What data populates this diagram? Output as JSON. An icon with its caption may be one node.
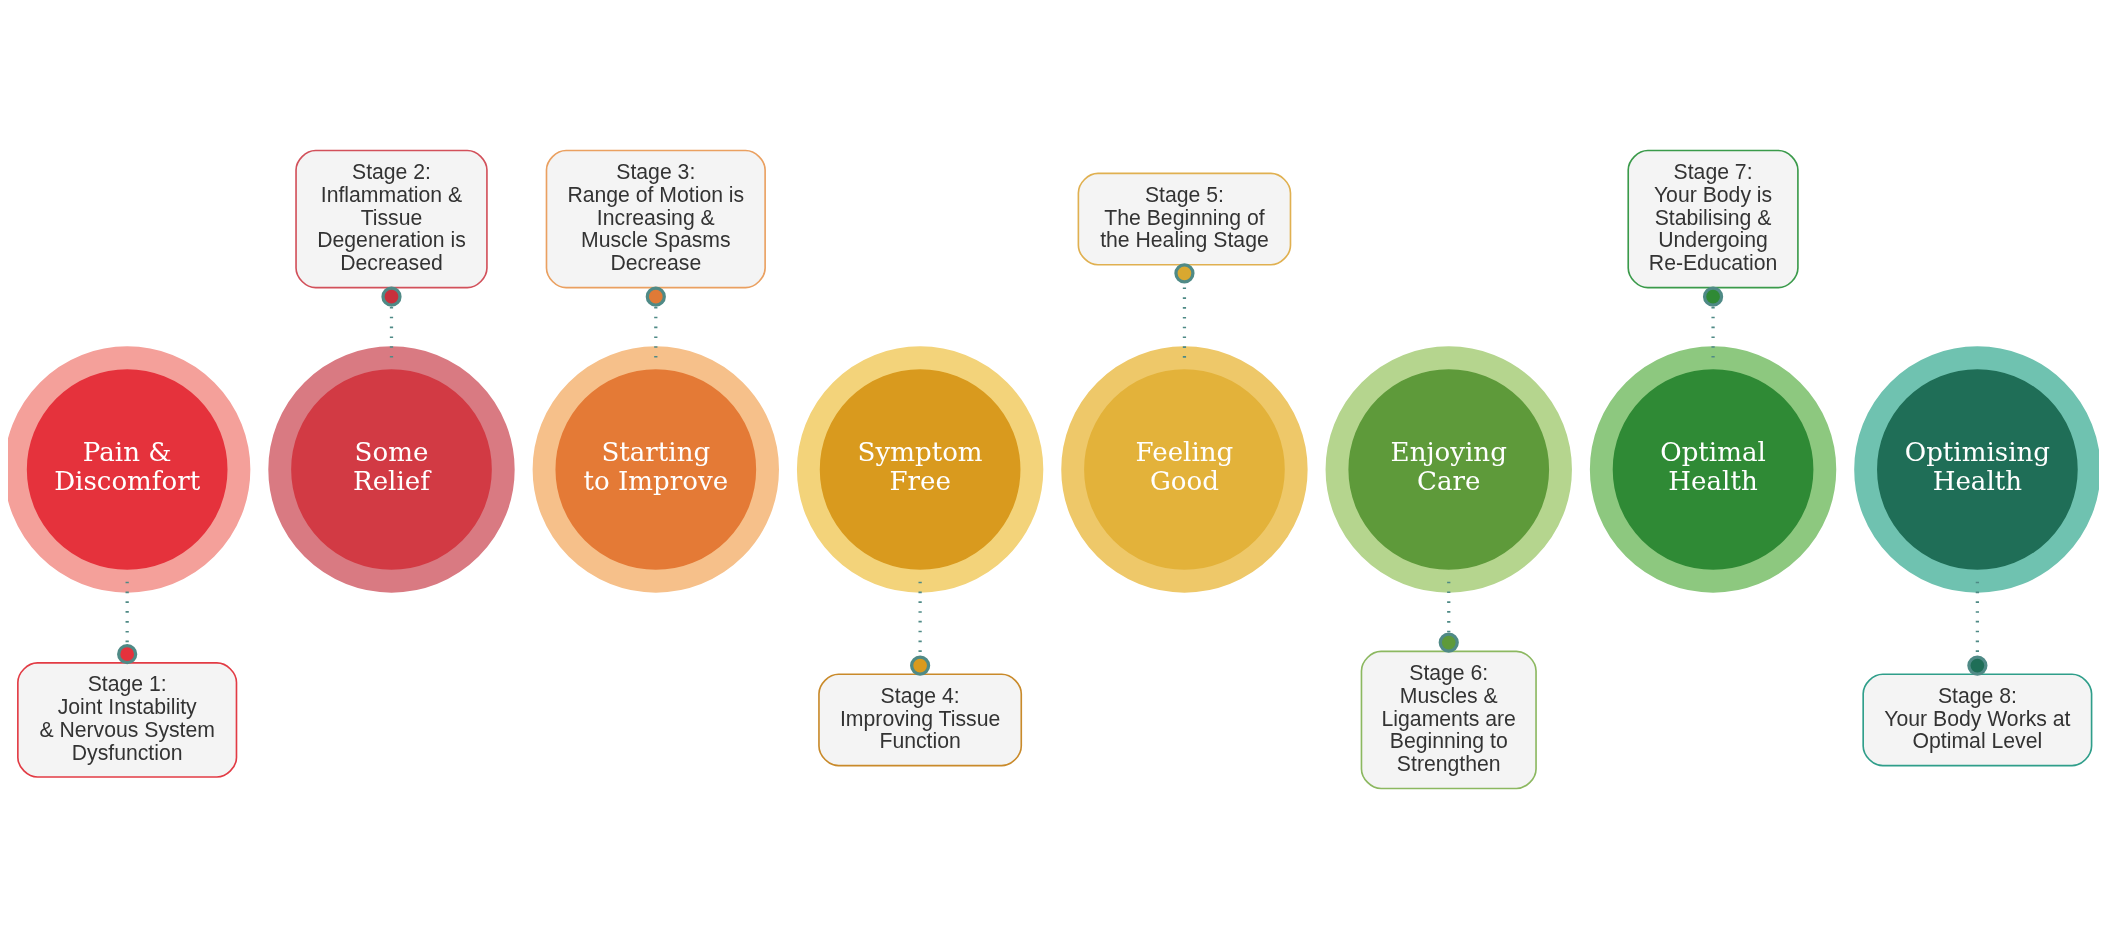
{
  "diagram": {
    "nodes": [
      {
        "text": [
          "Pain & Discomfort"
        ]
      },
      {
        "text": [
          "Some Relief"
        ]
      },
      {
        "text": [
          "Starting to Improve"
        ]
      },
      {
        "text": [
          "Symptom Free"
        ]
      },
      {
        "text": [
          "Feeling Good"
        ]
      },
      {
        "text": [
          "Enjoying Care"
        ]
      },
      {
        "text": [
          "Optimal Health"
        ]
      },
      {
        "text": [
          "Optimising Health"
        ]
      },
      {
        "text": [
          "Stage 1:",
          "Joint Instability & Nervous System Dysfunction"
        ]
      },
      {
        "text": [
          "Stage 2:",
          "Inflammation & Tissue Degeneration is Decreased"
        ]
      },
      {
        "text": [
          "Stage 3:",
          "Range of Motion is Increasing & Muscle Spasms Decrease"
        ]
      },
      {
        "text": [
          "Stage 4:",
          "Improving Tissue Function"
        ]
      },
      {
        "text": [
          "Stage 5:",
          "The Beginning of the Healing Stage"
        ]
      },
      {
        "text": [
          "Stage 6:",
          "Muscles & Ligaments are Beginning to Strengthen"
        ]
      },
      {
        "text": [
          "Stage 7:",
          "Your Body is Stabilising & Undergoing Re-Education"
        ]
      },
      {
        "text": [
          "Stage 8:",
          "Your Body Works at Optimal Level"
        ]
      }
    ],
    "edges": [
      {
        "from": 0,
        "to": 8,
        "arrow": "other",
        "style": "dashed"
      },
      {
        "from": 1,
        "to": 9,
        "arrow": "other",
        "style": "dashed"
      },
      {
        "from": 2,
        "to": 10,
        "arrow": "other",
        "style": "dashed"
      },
      {
        "from": 3,
        "to": 11,
        "arrow": "other",
        "style": "dashed"
      },
      {
        "from": 4,
        "to": 12,
        "arrow": "other",
        "style": "dashed"
      },
      {
        "from": 5,
        "to": 13,
        "arrow": "other",
        "style": "dashed"
      },
      {
        "from": 6,
        "to": 14,
        "arrow": "other",
        "style": "dashed"
      },
      {
        "from": 7,
        "to": 15,
        "arrow": "other",
        "style": "dashed"
      }
    ]
  }
}
